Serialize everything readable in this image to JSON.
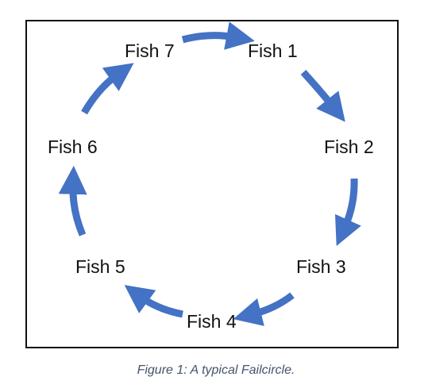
{
  "nodes": [
    {
      "label": "Fish 1"
    },
    {
      "label": "Fish 2"
    },
    {
      "label": "Fish 3"
    },
    {
      "label": "Fish 4"
    },
    {
      "label": "Fish 5"
    },
    {
      "label": "Fish 6"
    },
    {
      "label": "Fish 7"
    }
  ],
  "caption": "Figure 1: A typical Failcircle.",
  "colors": {
    "arrow": "#4472C4",
    "caption": "#44546A",
    "frame": "#111111"
  }
}
